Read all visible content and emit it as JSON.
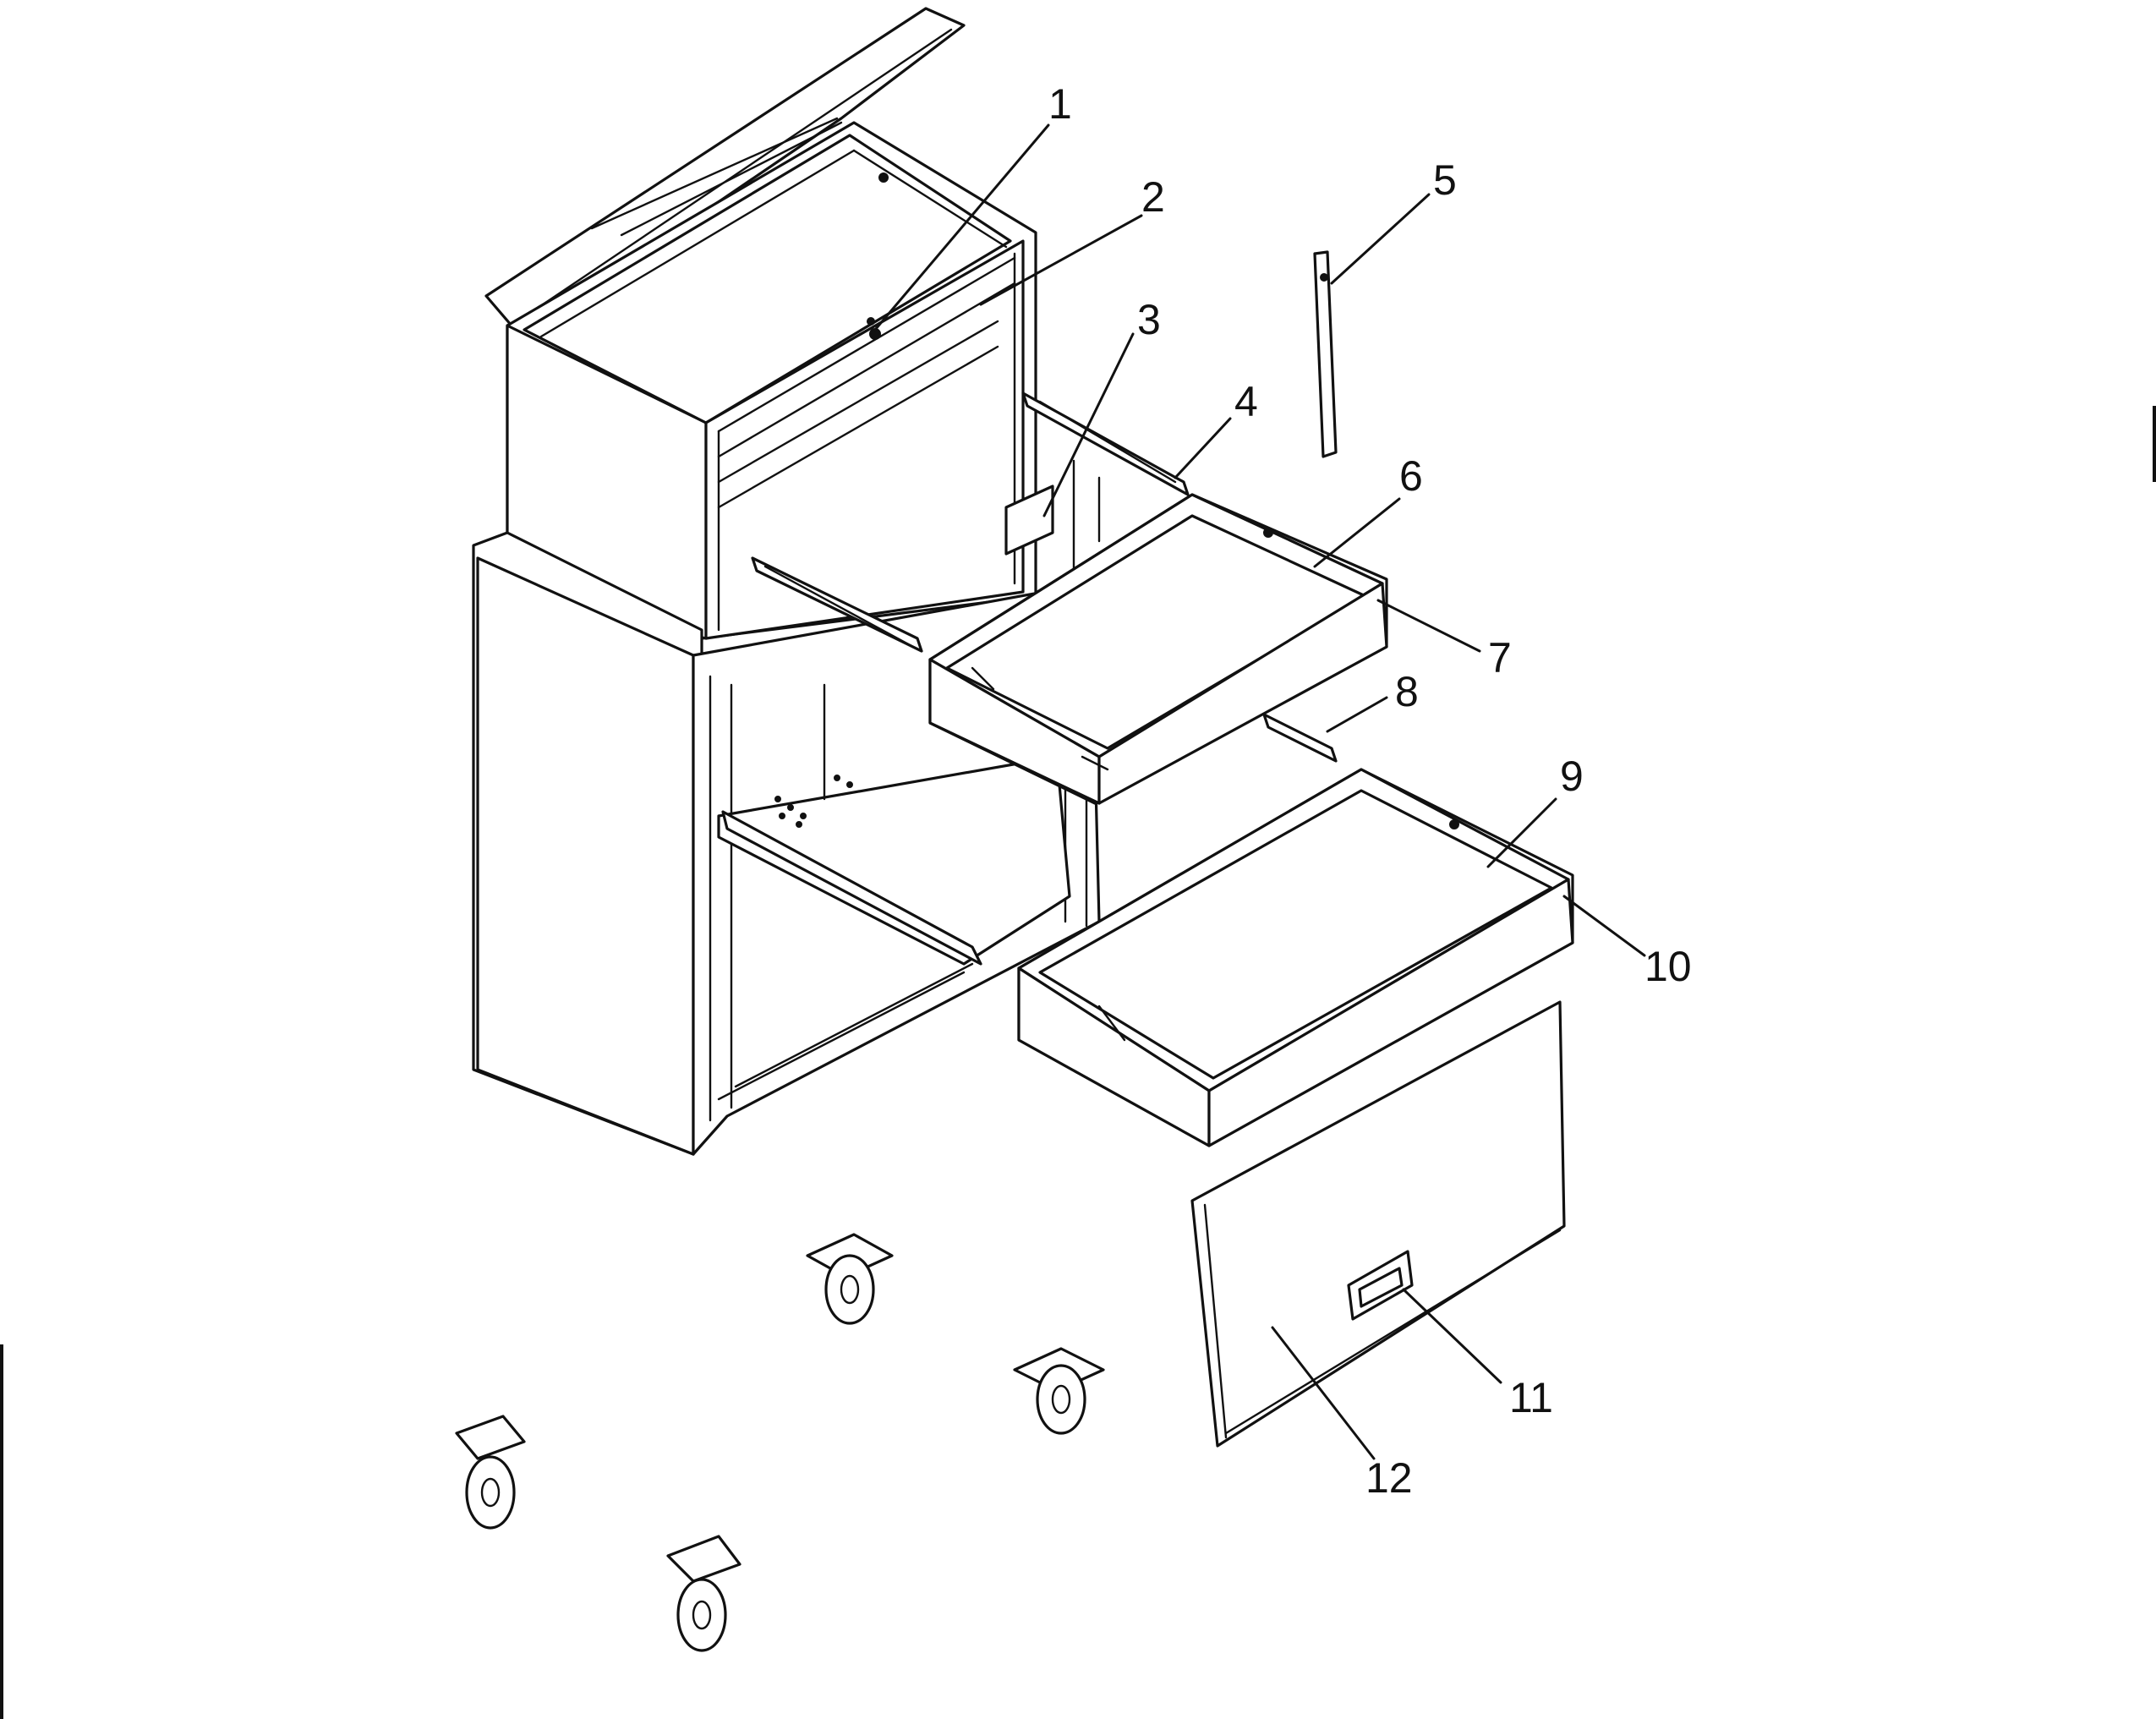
{
  "callouts": [
    {
      "id": "part-1",
      "label": "1"
    },
    {
      "id": "part-2",
      "label": "2"
    },
    {
      "id": "part-3",
      "label": "3"
    },
    {
      "id": "part-4",
      "label": "4"
    },
    {
      "id": "part-5",
      "label": "5"
    },
    {
      "id": "part-6",
      "label": "6"
    },
    {
      "id": "part-7",
      "label": "7"
    },
    {
      "id": "part-8",
      "label": "8"
    },
    {
      "id": "part-9",
      "label": "9"
    },
    {
      "id": "part-10",
      "label": "10"
    },
    {
      "id": "part-11",
      "label": "11"
    },
    {
      "id": "part-12",
      "label": "12"
    }
  ],
  "colors": {
    "line": "#111111",
    "background": "#ffffff"
  }
}
